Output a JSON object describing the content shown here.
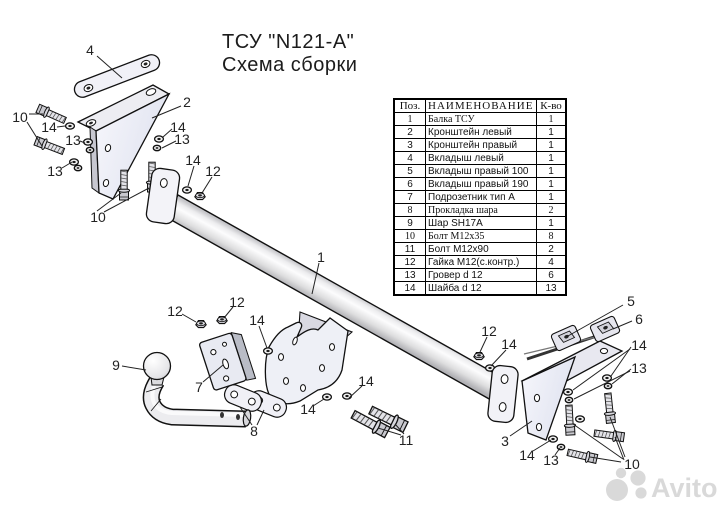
{
  "title": {
    "line1": "ТСУ \"N121-A\"",
    "line2": "Схема сборки"
  },
  "table": {
    "headers": {
      "pos": "Поз.",
      "name": "НАИМЕНОВАНИЕ",
      "qty": "К-во"
    },
    "rows": [
      {
        "pos": "1",
        "name": "Балка ТСУ",
        "qty": "1"
      },
      {
        "pos": "2",
        "name": "Кронштейн левый",
        "qty": "1"
      },
      {
        "pos": "3",
        "name": "Кронштейн правый",
        "qty": "1"
      },
      {
        "pos": "4",
        "name": "Вкладыш левый",
        "qty": "1"
      },
      {
        "pos": "5",
        "name": "Вкладыш правый 100",
        "qty": "1"
      },
      {
        "pos": "6",
        "name": "Вкладыш правый 190",
        "qty": "1"
      },
      {
        "pos": "7",
        "name": "Подрозетник тип А",
        "qty": "1"
      },
      {
        "pos": "8",
        "name": "Прокладка шара",
        "qty": "2"
      },
      {
        "pos": "9",
        "name": "Шар SH17A",
        "qty": "1"
      },
      {
        "pos": "10",
        "name": "Болт М12х35",
        "qty": "8"
      },
      {
        "pos": "11",
        "name": "Болт М12х90",
        "qty": "2"
      },
      {
        "pos": "12",
        "name": "Гайка М12(с.контр.)",
        "qty": "4"
      },
      {
        "pos": "13",
        "name": "Гровер d 12",
        "qty": "6"
      },
      {
        "pos": "14",
        "name": "Шайба d 12",
        "qty": "13"
      }
    ]
  },
  "diagram": {
    "callouts": [
      "4",
      "2",
      "10",
      "14",
      "13",
      "13",
      "14",
      "13",
      "10",
      "14",
      "12",
      "1",
      "12",
      "12",
      "14",
      "9",
      "7",
      "8",
      "14",
      "14",
      "11",
      "5",
      "6",
      "12",
      "14",
      "14",
      "13",
      "3",
      "14",
      "13",
      "10"
    ]
  },
  "watermark": {
    "text": "Avito"
  },
  "colors": {
    "line": "#111111",
    "face": "#eceef6",
    "metal": "#e3e3e8",
    "watermark": "#bbbbbb"
  }
}
